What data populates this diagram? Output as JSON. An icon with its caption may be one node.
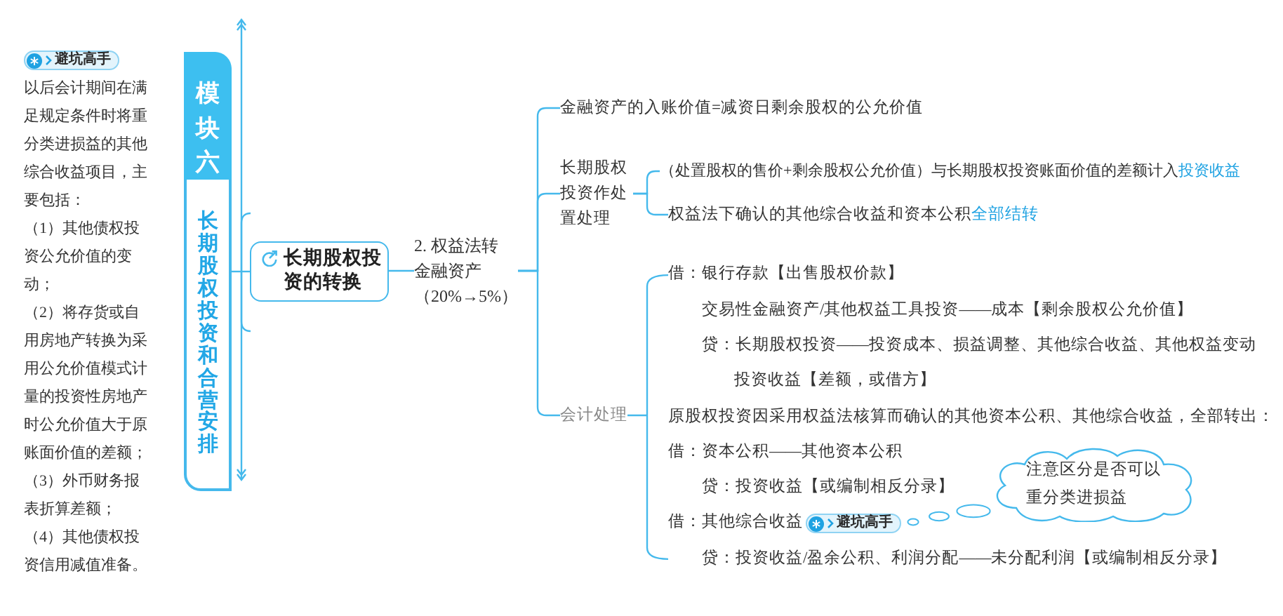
{
  "diagram": {
    "nodes": [
      {
        "text": [
          "模块六",
          "长期股权投资和合营安排"
        ]
      },
      {
        "text": [
          "长期股权投资的转换"
        ]
      },
      {
        "text": [
          "2. 权益法转金融资产",
          "（20%→5%）"
        ]
      },
      {
        "text": [
          "金融资产的入账价值=减资日剩余股权的公允价值"
        ]
      },
      {
        "text": [
          "长期股权投资作处置处理"
        ]
      },
      {
        "text": [
          "（处置股权的售价+剩余股权公允价值）与长期股权投资账面价值的差额计入**投资收益**"
        ]
      },
      {
        "text": [
          "权益法下确认的其他综合收益和资本公积**全部结转**"
        ]
      },
      {
        "text": [
          "会计处理"
        ]
      },
      {
        "text": [
          "借：银行存款【出售股权价款】",
          "交易性金融资产/其他权益工具投资——成本【剩余股权公允价值】",
          "贷：长期股权投资——投资成本、损益调整、其他综合收益、其他权益变动",
          "投资收益【差额，或借方】",
          "原股权投资因采用权益法核算而确认的其他资本公积、其他综合收益，全部转出：",
          "借：资本公积——其他资本公积",
          "贷：投资收益【或编制相反分录】",
          "借：其他综合收益",
          "贷：投资收益/盈余公积、利润分配——未分配利润【或编制相反分录】"
        ]
      },
      {
        "text": [
          "注意区分是否可以重分类进损益"
        ]
      }
    ],
    "edges": [
      {
        "from": 0,
        "to": 1,
        "arrow": "none"
      },
      {
        "from": 1,
        "to": 2,
        "arrow": "none"
      },
      {
        "from": 2,
        "to": 3,
        "arrow": "none"
      },
      {
        "from": 2,
        "to": 4,
        "arrow": "none"
      },
      {
        "from": 2,
        "to": 7,
        "arrow": "none"
      },
      {
        "from": 4,
        "to": 5,
        "arrow": "none"
      },
      {
        "from": 4,
        "to": 6,
        "arrow": "none"
      },
      {
        "from": 7,
        "to": 8,
        "arrow": "none"
      }
    ],
    "labels": [
      "避坑高手",
      "以后会计期间在满足规定条件时将重分类进损益的其他综合收益项目，主要包括：",
      "（1）其他债权投资公允价值的变动；",
      "（2）将存货或自用房地产转换为采用公允价值模式计量的投资性房地产时公允价值大于原账面价值的差额；",
      "（3）外币财务报表折算差额；",
      "（4）其他债权投资信用减值准备。",
      "避坑高手"
    ]
  }
}
